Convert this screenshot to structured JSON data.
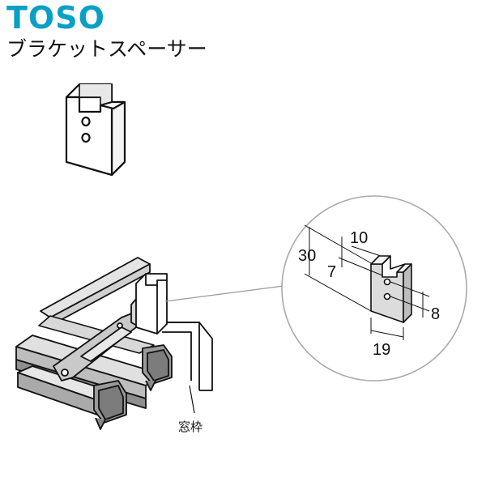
{
  "brand": {
    "name": "TOSO",
    "color": "#0a9fc4"
  },
  "title": "ブラケットスペーサー",
  "detail": {
    "dims": {
      "height_total": "30",
      "slot_depth": "7",
      "slot_width": "10",
      "width": "19",
      "hole_pitch": "8"
    }
  },
  "labels": {
    "window_frame": "窓枠"
  }
}
